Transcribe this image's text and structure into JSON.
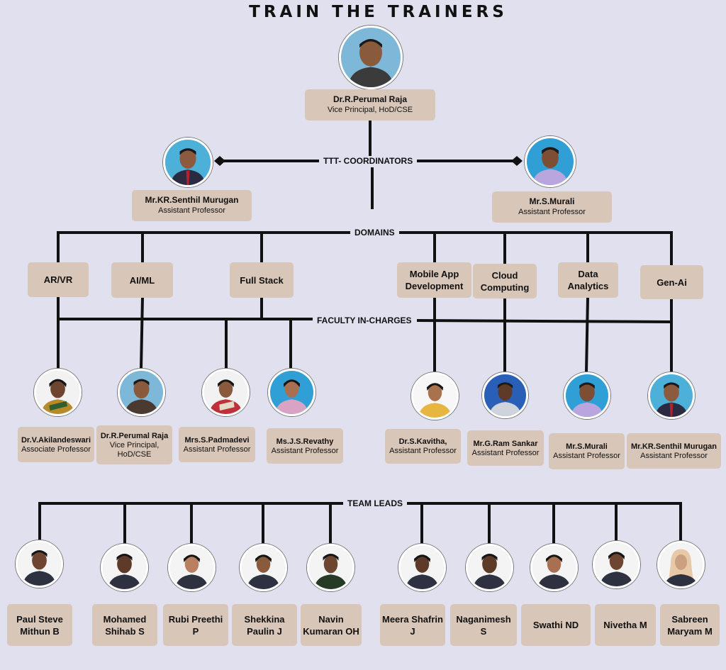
{
  "title": "TRAIN THE TRAINERS",
  "head": {
    "name": "Dr.R.Perumal Raja",
    "role": "Vice Principal, HoD/CSE"
  },
  "coordinators_label": "TTT- COORDINATORS",
  "coordinators": [
    {
      "name": "Mr.KR.Senthil Murugan",
      "role": "Assistant Professor"
    },
    {
      "name": "Mr.S.Murali",
      "role": "Assistant Professor"
    }
  ],
  "domains_label": "DOMAINS",
  "domains": [
    "AR/VR",
    "AI/ML",
    "Full Stack",
    "Mobile App Development",
    "Cloud Computing",
    "Data Analytics",
    "Gen-Ai"
  ],
  "faculty_label": "FACULTY IN-CHARGES",
  "faculty": [
    {
      "name": "Dr.V.Akilandeswari",
      "role": "Associate Professor"
    },
    {
      "name": "Dr.R.Perumal Raja",
      "role": "Vice Principal, HoD/CSE"
    },
    {
      "name": "Mrs.S.Padmadevi",
      "role": "Assistant Professor"
    },
    {
      "name": "Ms.J.S.Revathy",
      "role": "Assistant Professor"
    },
    {
      "name": "Dr.S.Kavitha,",
      "role": "Assistant Professor"
    },
    {
      "name": "Mr.G.Ram Sankar",
      "role": "Assistant Professor"
    },
    {
      "name": "Mr.S.Murali",
      "role": "Assistant Professor"
    },
    {
      "name": "Mr.KR.Senthil Murugan",
      "role": "Assistant Professor"
    }
  ],
  "team_label": "TEAM LEADS",
  "team_leads": [
    "Paul Steve Mithun B",
    "Mohamed Shihab S",
    "Rubi Preethi P",
    "Shekkina Paulin J",
    "Navin Kumaran OH",
    "Meera Shafrin J",
    "Naganimesh S",
    "Swathi ND",
    "Nivetha M",
    "Sabreen Maryam M"
  ],
  "colors": {
    "background": "#e1e0ee",
    "box": "#d8c6b8",
    "line": "#111111"
  }
}
